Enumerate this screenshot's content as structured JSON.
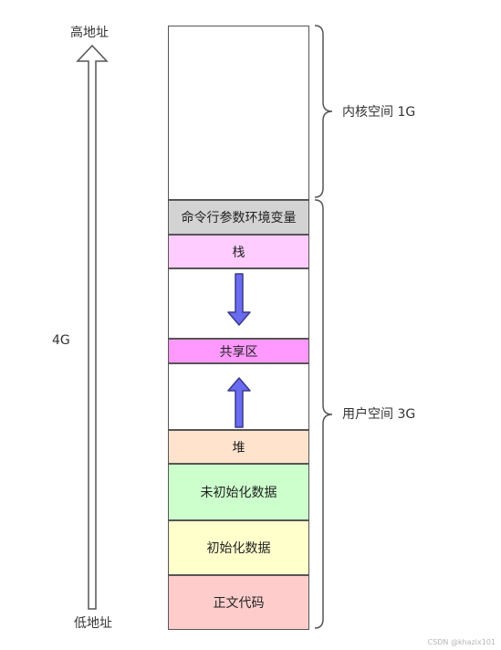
{
  "address_axis": {
    "top_label": "高地址",
    "bottom_label": "低地址",
    "size_label": "4G"
  },
  "memory_segments": [
    {
      "label": "",
      "color": "#ffffff"
    },
    {
      "label": "命令行参数环境变量",
      "color": "#d3d3d3"
    },
    {
      "label": "栈",
      "color": "#ffccff"
    },
    {
      "label": "",
      "color": "#ffffff"
    },
    {
      "label": "共享区",
      "color": "#ff99ff"
    },
    {
      "label": "",
      "color": "#ffffff"
    },
    {
      "label": "堆",
      "color": "#ffe3cc"
    },
    {
      "label": "未初始化数据",
      "color": "#ccffcc"
    },
    {
      "label": "初始化数据",
      "color": "#ffffcc"
    },
    {
      "label": "正文代码",
      "color": "#ffcccc"
    }
  ],
  "regions": {
    "kernel": "内核空间 1G",
    "user": "用户空间 3G"
  },
  "colors": {
    "growth_arrow_fill": "#6a6cf0",
    "growth_arrow_stroke": "#3a3a8a"
  },
  "watermark": "CSDN @khazix101"
}
